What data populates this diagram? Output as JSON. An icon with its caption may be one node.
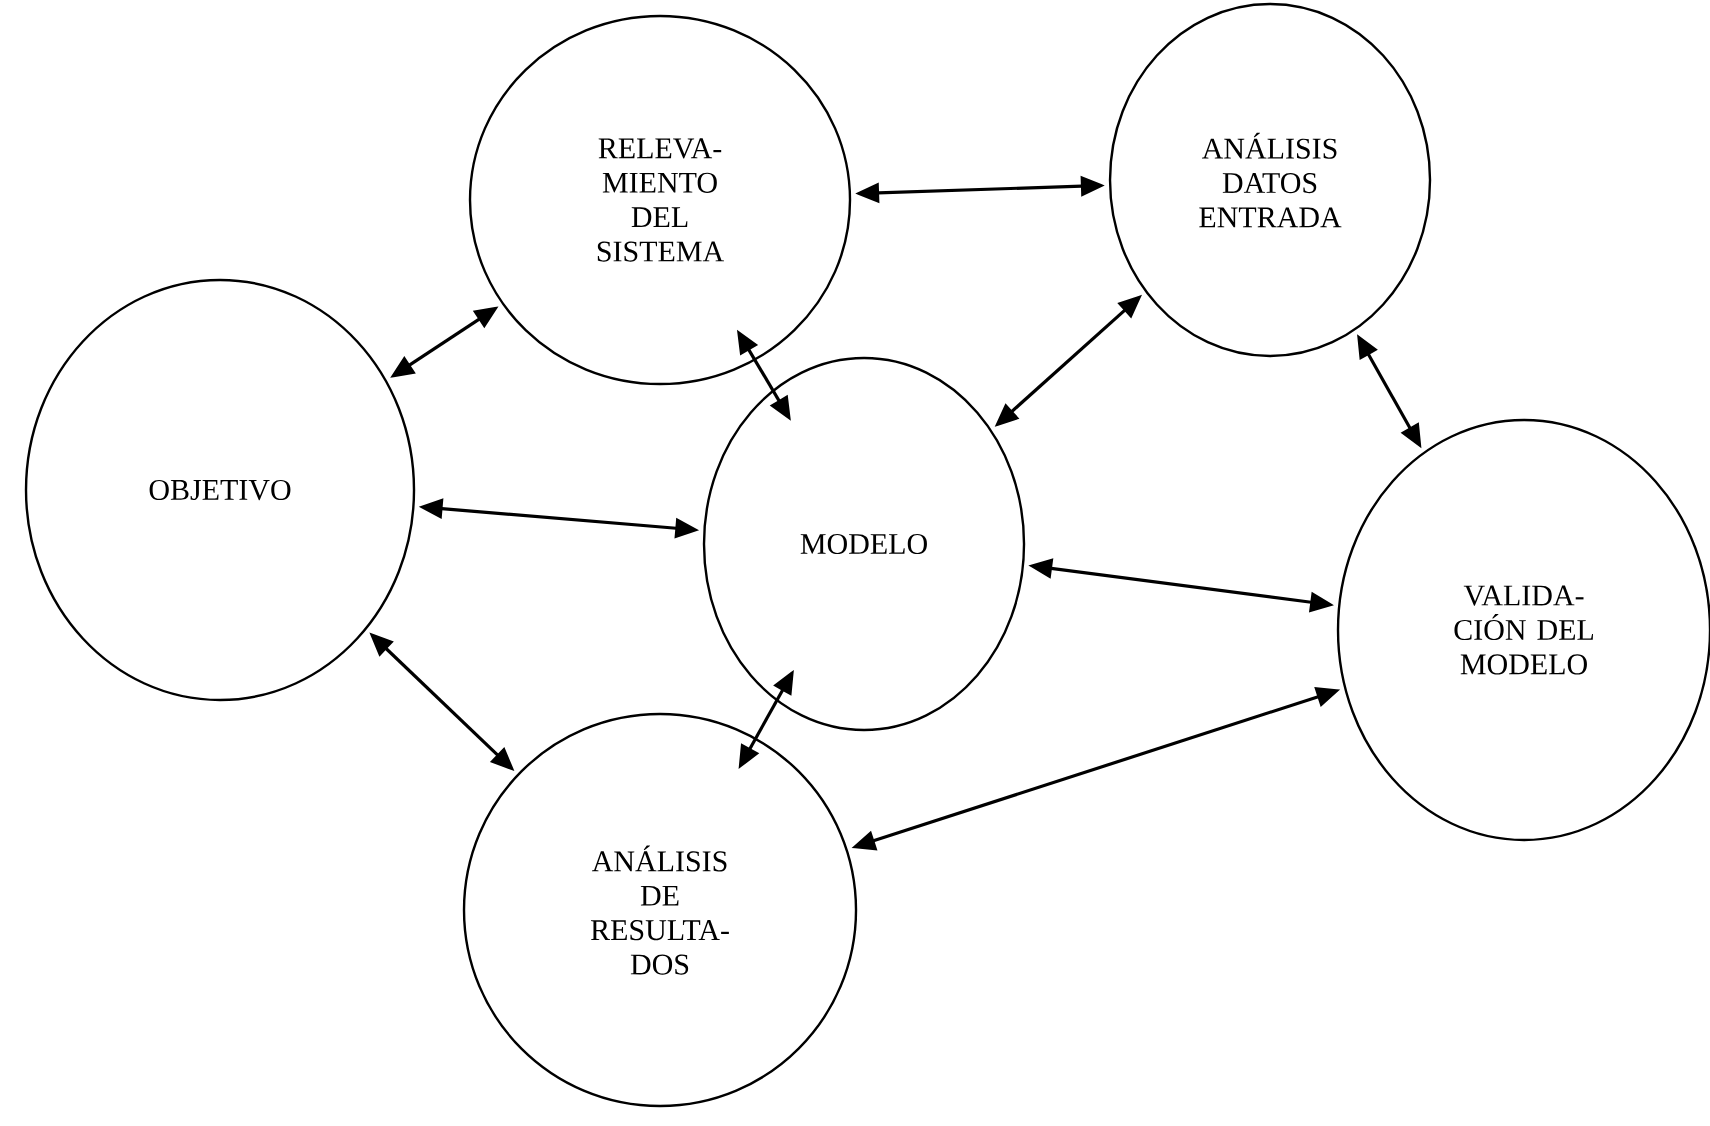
{
  "diagram": {
    "nodes": [
      {
        "text": [
          "OBJETIVO"
        ]
      },
      {
        "text": [
          "RELEVA- MIENTO DEL SISTEMA"
        ]
      },
      {
        "text": [
          "ANÁLISIS DATOS ENTRADA"
        ]
      },
      {
        "text": [
          "MODELO"
        ]
      },
      {
        "text": [
          "VALIDA- CIÓN DEL MODELO"
        ]
      },
      {
        "text": [
          "ANÁLISIS DE RESULTA- DOS"
        ]
      }
    ],
    "edges": [
      {
        "from": 0,
        "to": 1,
        "arrow": "both"
      },
      {
        "from": 0,
        "to": 3,
        "arrow": "both"
      },
      {
        "from": 0,
        "to": 5,
        "arrow": "both"
      },
      {
        "from": 1,
        "to": 2,
        "arrow": "both"
      },
      {
        "from": 1,
        "to": 3,
        "arrow": "both"
      },
      {
        "from": 3,
        "to": 2,
        "arrow": "both"
      },
      {
        "from": 2,
        "to": 4,
        "arrow": "both"
      },
      {
        "from": 3,
        "to": 4,
        "arrow": "both"
      },
      {
        "from": 3,
        "to": 5,
        "arrow": "both"
      },
      {
        "from": 5,
        "to": 4,
        "arrow": "both"
      }
    ]
  }
}
